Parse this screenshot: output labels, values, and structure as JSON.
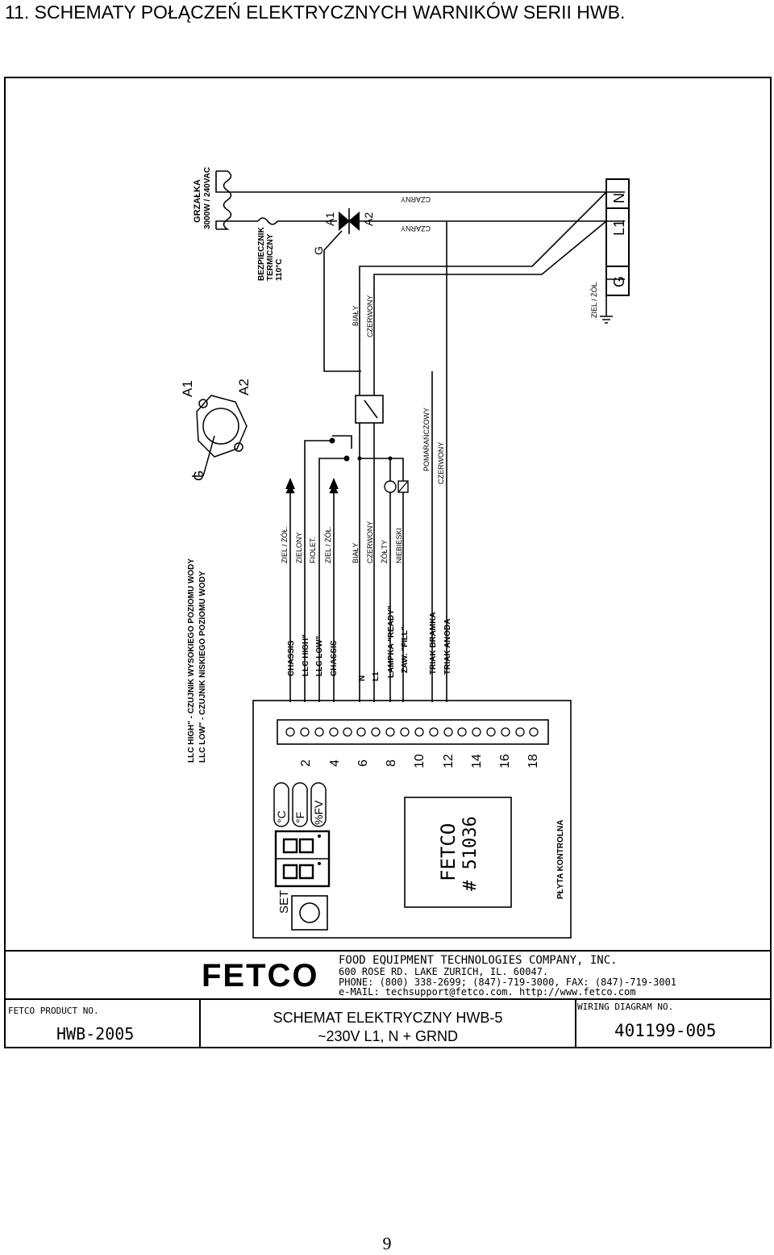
{
  "page": {
    "heading": "11. SCHEMATY POŁĄCZEŃ ELEKTRYCZNYCH WARNIKÓW SERII HWB.",
    "page_number": "9"
  },
  "heater": {
    "name": "GRZAŁKA",
    "rating": "3000W / 240VAC"
  },
  "thermal_fuse": {
    "line1": "BEZPIECZNIK",
    "line2": "TERMICZNY",
    "line3": "110°C"
  },
  "triac": {
    "a1": "A1",
    "a2": "A2",
    "g": "G"
  },
  "triac_package": {
    "a1": "A1",
    "a2": "A2",
    "g": "G"
  },
  "terminal_block": {
    "g": "G",
    "l1": "L1",
    "n": "N",
    "ground_wire": "ZIEL / ŻÓŁ."
  },
  "wire_colors": {
    "czarny_top": "CZARNY",
    "czarny_bottom": "CZARNY",
    "bialy_top": "BIAŁY",
    "czerwony_top": "CZERWONY",
    "pomaranczowy": "POMARAŃCZOWY",
    "czerwony_right": "CZERWONY",
    "lower": [
      "ZIEL / ŻÓŁ.",
      "ZIELONY",
      "FIOLET.",
      "ZIEL / ŻÓŁ.",
      "BIAŁY",
      "CZERWONY",
      "ŻÓŁTY",
      "NIEBIESKI"
    ]
  },
  "legend": {
    "llc_high": "LLC HIGH\" - CZUJNIK WYSOKIEGO POZIOMU WODY",
    "llc_low": "LLC LOW\" - CZUJNIK NISKIEGO POZIOMU WODY"
  },
  "signals": [
    "CHASSIS",
    "LLC HIGH\"",
    "LLC LOW\"",
    "CHASSIS",
    "N",
    "L1",
    "LAMPKA \"READY\"",
    "ZAW. \"FILL\"",
    "TRIAK BRAMKA",
    "TRIAK ANODA"
  ],
  "control_board": {
    "label": "PŁYTA KONTROLNA",
    "pin_numbers": [
      "2",
      "4",
      "6",
      "8",
      "10",
      "12",
      "14",
      "16",
      "18"
    ],
    "chip_brand": "FETCO",
    "chip_number": "# 51036",
    "units": [
      "°C",
      "°F",
      "%FV"
    ],
    "set_label": "SET"
  },
  "title_block": {
    "logo": "FETCO",
    "company": "FOOD EQUIPMENT TECHNOLOGIES COMPANY, INC.",
    "address": "600 ROSE RD. LAKE ZURICH, IL. 60047.",
    "phone": "PHONE: (800) 338-2699; (847)-719-3000, FAX: (847)-719-3001",
    "email": "e-MAIL: techsupport@fetco.com.   http://www.fetco.com",
    "product_no_label": "FETCO PRODUCT NO.",
    "product_no": "HWB-2005",
    "title_line1": "SCHEMAT ELEKTRYCZNY HWB-5",
    "title_line2": "~230V L1, N + GRND",
    "diagram_no_label": "WIRING DIAGRAM NO.",
    "diagram_no": "401199-005"
  },
  "colors": {
    "line": "#000000",
    "background": "#ffffff"
  }
}
